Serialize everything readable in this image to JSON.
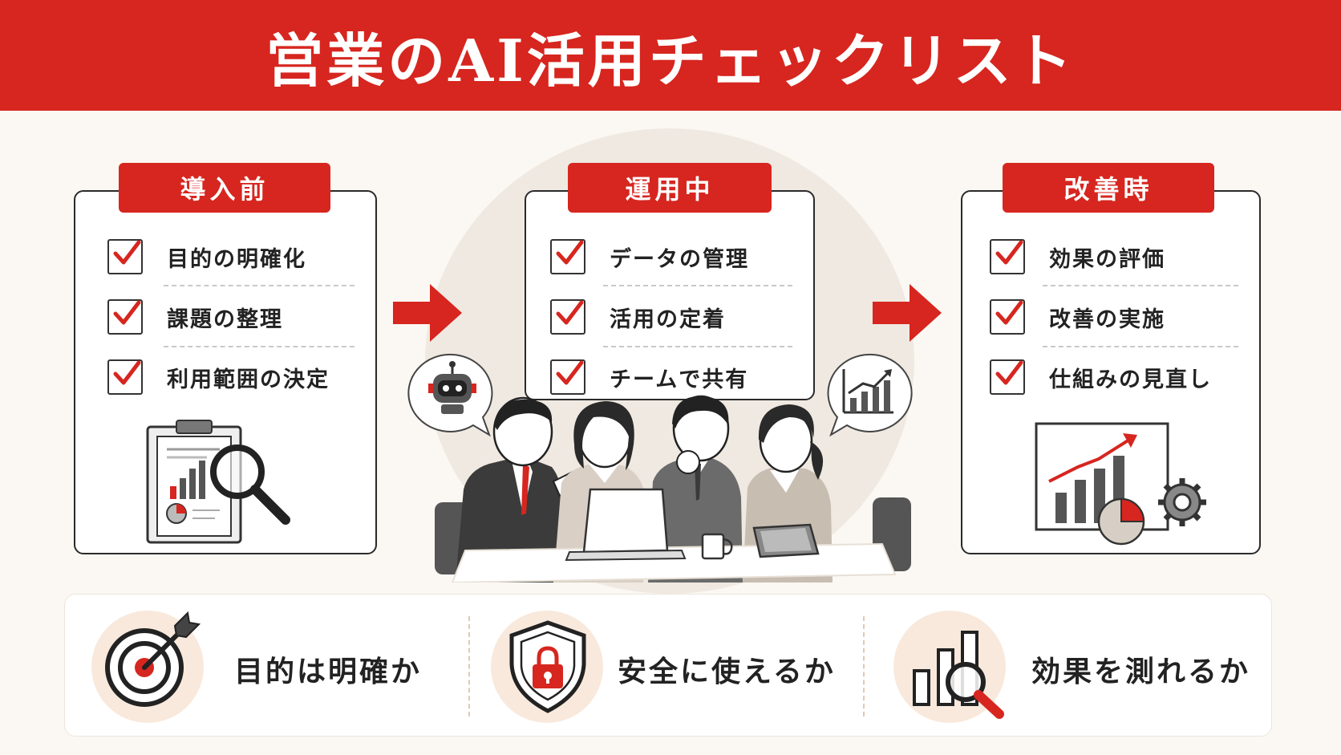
{
  "title": "営業のAI活用チェックリスト",
  "sections": [
    {
      "label": "導入前",
      "items": [
        "目的の明確化",
        "課題の整理",
        "利用範囲の決定"
      ]
    },
    {
      "label": "運用中",
      "items": [
        "データの管理",
        "活用の定着",
        "チームで共有"
      ]
    },
    {
      "label": "改善時",
      "items": [
        "効果の評価",
        "改善の実施",
        "仕組みの見直し"
      ]
    }
  ],
  "summary": [
    {
      "icon": "target-icon",
      "label": "目的は明確か"
    },
    {
      "icon": "shield-lock-icon",
      "label": "安全に使えるか"
    },
    {
      "icon": "bar-chart-magnifier-icon",
      "label": "効果を測れるか"
    }
  ],
  "colors": {
    "accent": "#d6261f",
    "background": "#fbf8f3",
    "ink": "#2a2a2a"
  }
}
